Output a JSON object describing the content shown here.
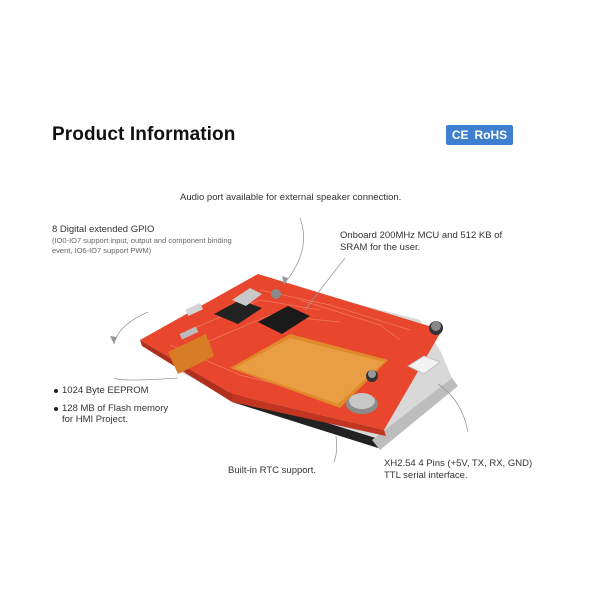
{
  "heading": {
    "title": "Product Information",
    "cert_ce": "CE",
    "cert_rohs": "RoHS"
  },
  "callouts": {
    "audio": "Audio port available for external speaker connection.",
    "gpio_title": "8 Digital extended GPIO",
    "gpio_detail_1": "(IO0-IO7 support input, output and component binding",
    "gpio_detail_2": "event, IO6-IO7 support PWM)",
    "mcu_1": "Onboard 200MHz MCU and 512 KB of",
    "mcu_2": "SRAM for the user.",
    "eeprom": "1024 Byte EEPROM",
    "flash_1": "128 MB of Flash memory",
    "flash_2": "for HMI Project.",
    "rtc": "Built-in RTC support.",
    "xh_1": "XH2.54 4 Pins (+5V, TX, RX, GND)",
    "xh_2": "TTL serial interface."
  }
}
